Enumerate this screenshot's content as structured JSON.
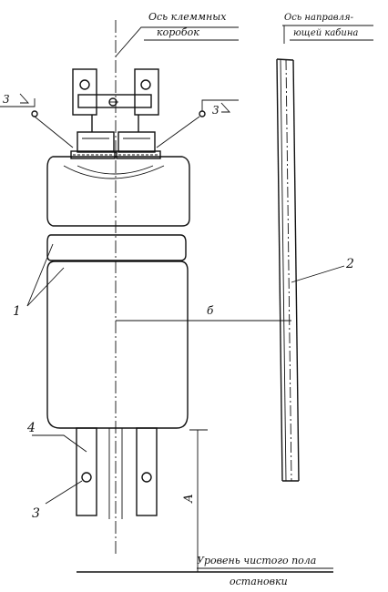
{
  "labels": {
    "terminal_axis_line1": "Ось клеммных",
    "terminal_axis_line2": "коробок",
    "guide_axis_line1": "Ось направля-",
    "guide_axis_line2": "ющей кабина",
    "weld_left": "3",
    "weld_right": "3",
    "dim_b": "б",
    "dim_a": "А",
    "floor_line1": "Уровень чистого пола",
    "floor_line2": "остановки",
    "pos_1": "1",
    "pos_2": "2",
    "pos_3": "3",
    "pos_4": "4"
  }
}
